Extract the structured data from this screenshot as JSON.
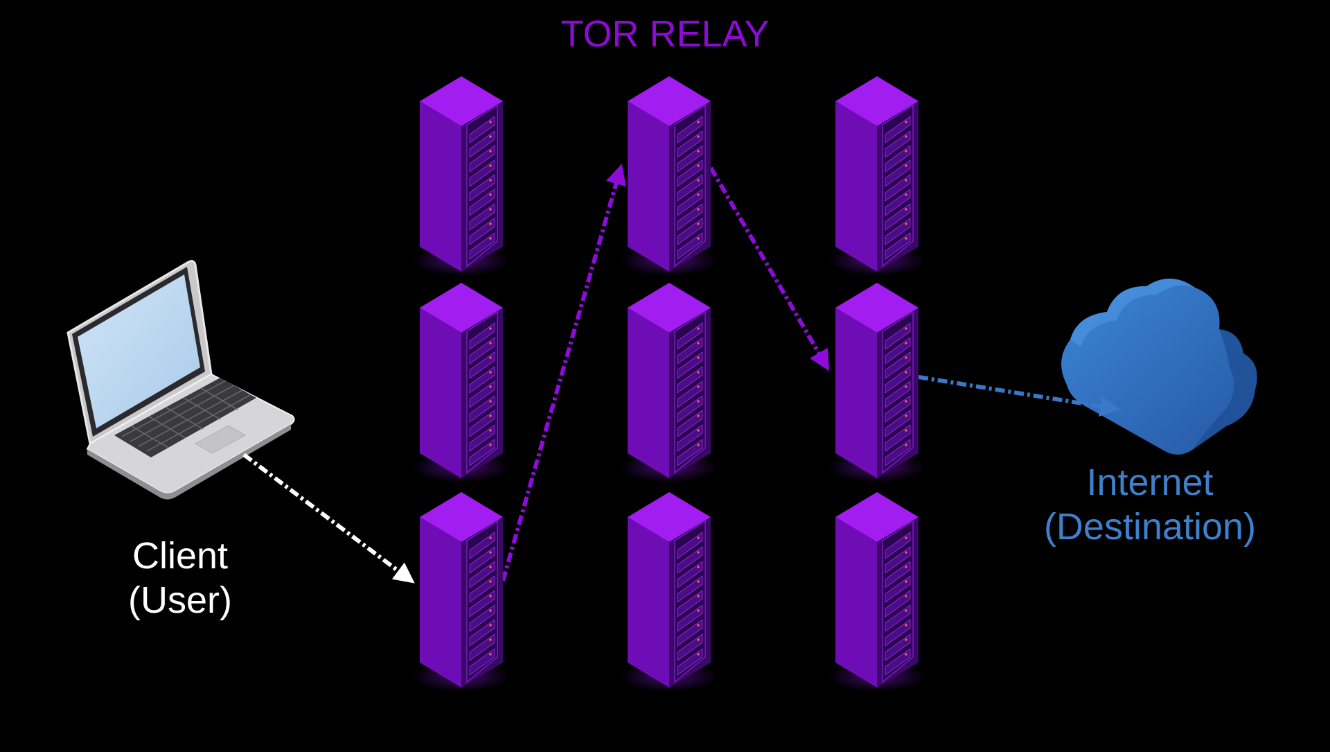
{
  "title": "TOR RELAY",
  "client": {
    "line1": "Client",
    "line2": "(User)"
  },
  "destination": {
    "line1": "Internet",
    "line2": "(Destination)"
  },
  "relays": {
    "columns": 3,
    "rows": 3
  },
  "path": {
    "segments": [
      {
        "from": "client",
        "to": "relay-col1-row3",
        "color": "#ffffff"
      },
      {
        "from": "relay-col1-row3",
        "to": "relay-col2-row1",
        "color": "#8f0bdc"
      },
      {
        "from": "relay-col2-row1",
        "to": "relay-col3-row2",
        "color": "#8f0bdc"
      },
      {
        "from": "relay-col3-row2",
        "to": "internet",
        "color": "#3a78c8"
      }
    ]
  },
  "colors": {
    "background": "#000000",
    "title": "#8e0bd6",
    "relay_light": "#a21df0",
    "relay_mid": "#6e0cb5",
    "relay_dark": "#3a0866",
    "client_label": "#ffffff",
    "destination_label": "#3e80cc",
    "cloud": "#2f6fc0",
    "link_client": "#ffffff",
    "link_relay": "#8f0bdc",
    "link_internet": "#3a78c8"
  },
  "icons": {
    "client": "laptop-icon",
    "relay": "server-rack-icon",
    "destination": "cloud-icon"
  }
}
